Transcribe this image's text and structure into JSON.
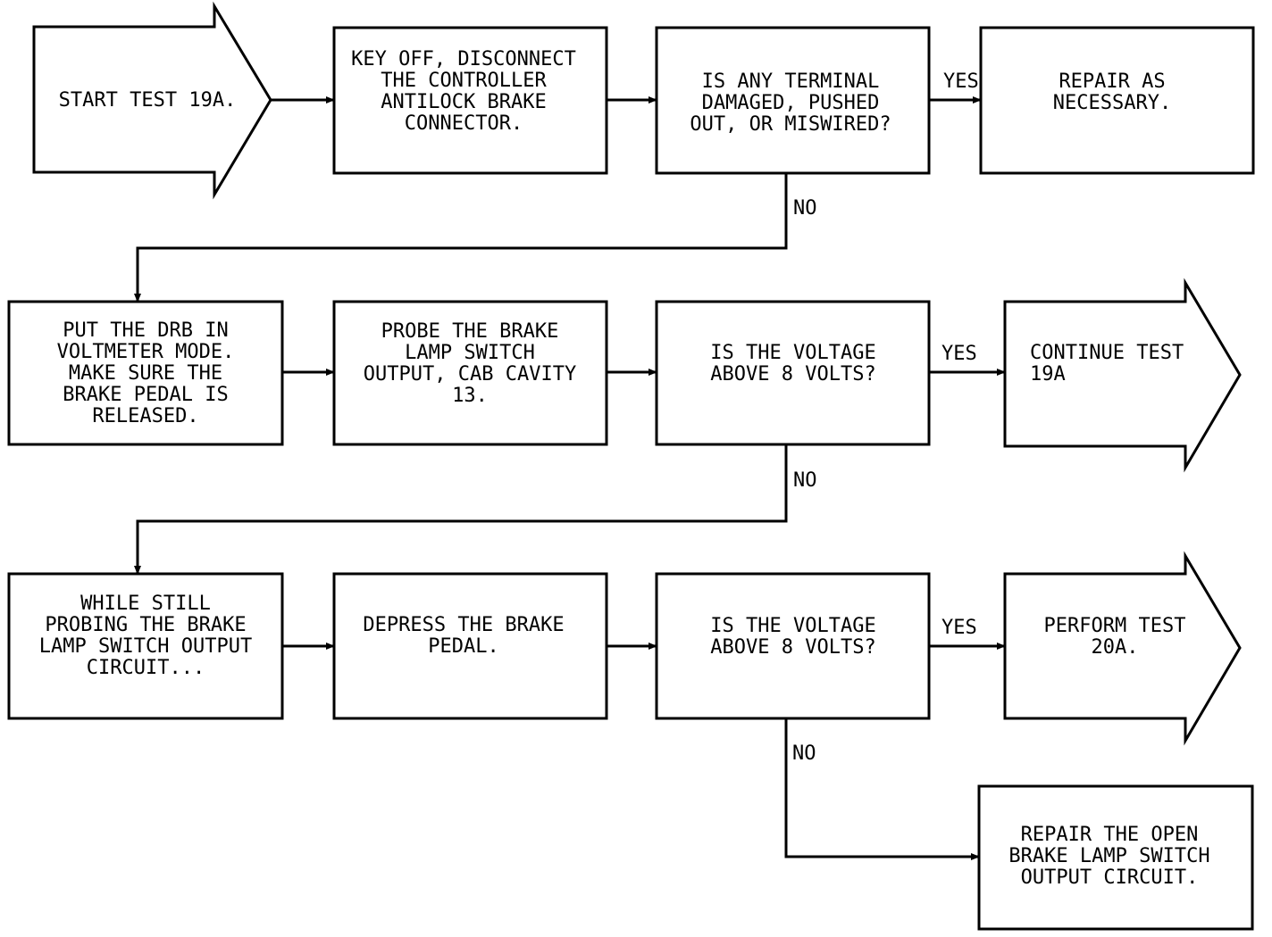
{
  "start": {
    "lines": [
      "START TEST 19A."
    ]
  },
  "step1": {
    "lines": [
      "KEY OFF, DISCONNECT",
      "THE CONTROLLER",
      "ANTILOCK BRAKE",
      "CONNECTOR."
    ]
  },
  "q1": {
    "lines": [
      "IS ANY TERMINAL",
      "DAMAGED, PUSHED",
      "OUT, OR MISWIRED?"
    ]
  },
  "r1": {
    "lines": [
      "REPAIR AS",
      "NECESSARY."
    ]
  },
  "step2": {
    "lines": [
      "PUT THE DRB IN",
      "VOLTMETER MODE.",
      "MAKE SURE THE",
      "BRAKE PEDAL IS",
      "RELEASED."
    ]
  },
  "step3": {
    "lines": [
      "PROBE THE BRAKE",
      "LAMP SWITCH",
      "OUTPUT, CAB CAVITY",
      "13."
    ]
  },
  "q2": {
    "lines": [
      "IS THE VOLTAGE",
      "ABOVE 8 VOLTS?"
    ]
  },
  "cont": {
    "lines": [
      "CONTINUE TEST",
      "19A"
    ]
  },
  "step4": {
    "lines": [
      "WHILE STILL",
      "PROBING THE BRAKE",
      "LAMP SWITCH OUTPUT",
      "CIRCUIT..."
    ]
  },
  "step5": {
    "lines": [
      "DEPRESS THE BRAKE",
      "PEDAL."
    ]
  },
  "q3": {
    "lines": [
      "IS THE VOLTAGE",
      "ABOVE 8 VOLTS?"
    ]
  },
  "perf": {
    "lines": [
      "PERFORM TEST",
      "20A."
    ]
  },
  "r2": {
    "lines": [
      "REPAIR THE OPEN",
      "BRAKE LAMP SWITCH",
      "OUTPUT CIRCUIT."
    ]
  },
  "edges": {
    "yes1": "YES",
    "no1": "NO",
    "yes2": "YES",
    "no2": "NO",
    "yes3": "YES",
    "no3": "NO"
  }
}
